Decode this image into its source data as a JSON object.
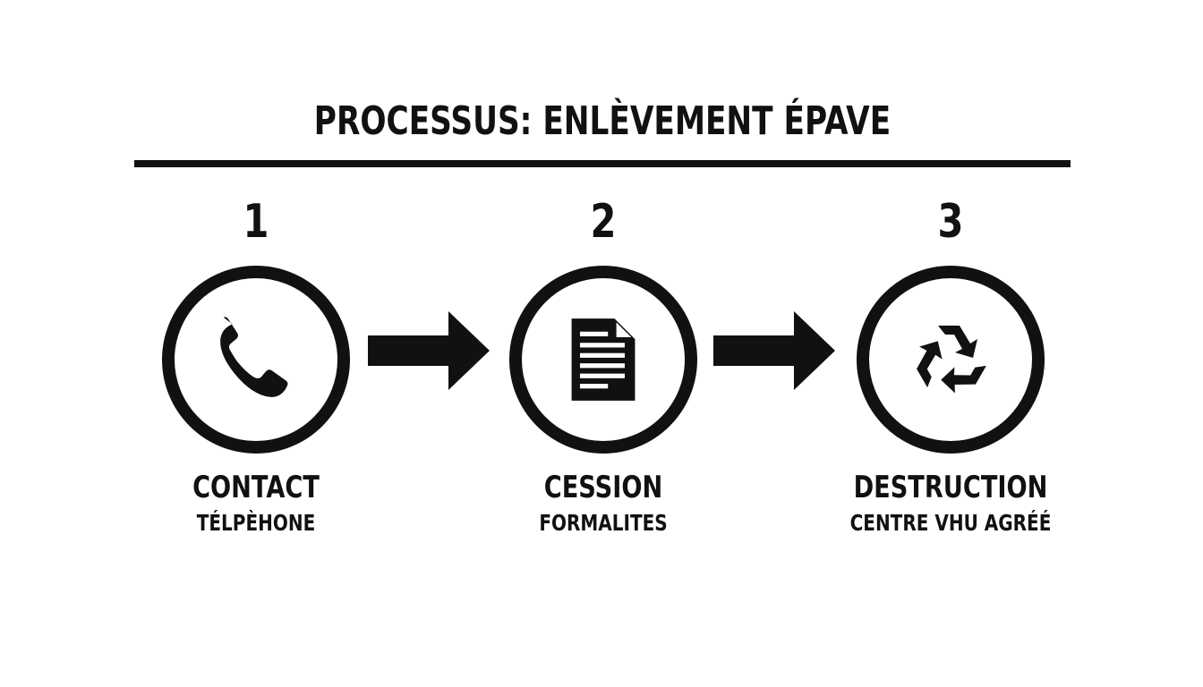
{
  "title": "PROCESSUS: ENLÈVEMENT ÉPAVE",
  "colors": {
    "ink": "#111111",
    "background": "#ffffff"
  },
  "steps": [
    {
      "number": "1",
      "title": "CONTACT",
      "subtitle": "TÉLPÈHONE",
      "icon": "phone-icon"
    },
    {
      "number": "2",
      "title": "CESSION",
      "subtitle": "FORMALITES",
      "icon": "document-icon"
    },
    {
      "number": "3",
      "title": "DESTRUCTION",
      "subtitle": "CENTRE VHU AGRÉÉ",
      "icon": "recycle-icon"
    }
  ]
}
